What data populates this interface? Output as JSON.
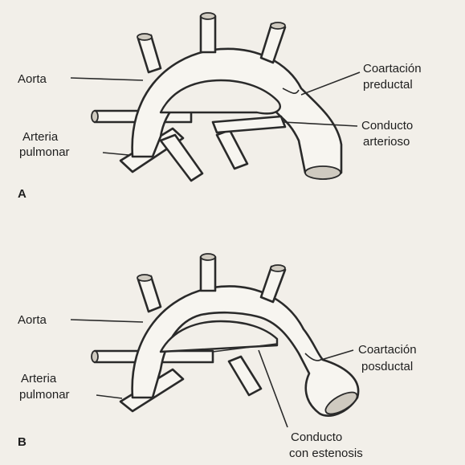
{
  "panel_a": {
    "letter": "A",
    "labels": {
      "aorta": "Aorta",
      "arteria_1": "Arteria",
      "arteria_2": "pulmonar",
      "coartacion_1": "Coartación",
      "coartacion_2": "preductal",
      "conducto_1": "Conducto",
      "conducto_2": "arterioso"
    }
  },
  "panel_b": {
    "letter": "B",
    "labels": {
      "aorta": "Aorta",
      "arteria_1": "Arteria",
      "arteria_2": "pulmonar",
      "coartacion_1": "Coartación",
      "coartacion_2": "posductal",
      "conducto_1": "Conducto",
      "conducto_2": "con estenosis"
    }
  },
  "colors": {
    "background": "#f2efe9",
    "ink": "#2a2a2a"
  }
}
